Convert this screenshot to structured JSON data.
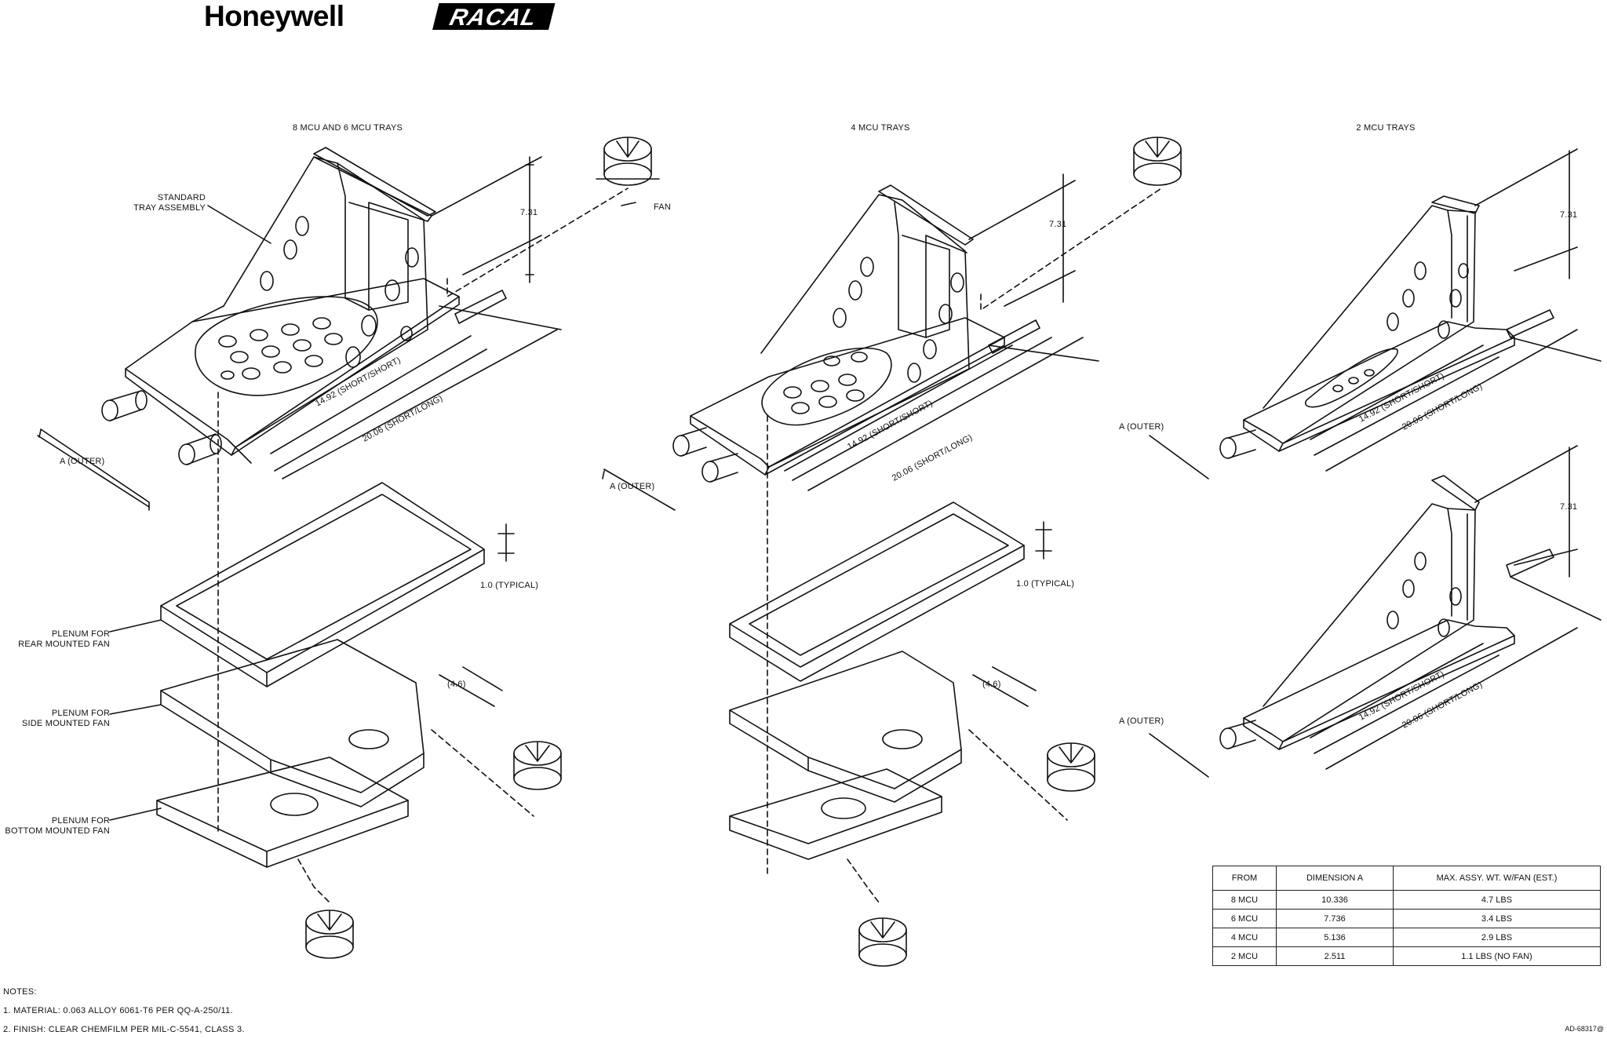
{
  "brand": {
    "honeywell": "Honeywell",
    "racal": "RACAL"
  },
  "sections": {
    "left_title": "8 MCU AND 6 MCU TRAYS",
    "middle_title": "4 MCU TRAYS",
    "right_title": "2 MCU TRAYS"
  },
  "labels": {
    "standard_tray_1": "STANDARD",
    "standard_tray_2": "TRAY ASSEMBLY",
    "fan": "FAN",
    "dim_731": "7.31",
    "a_outer": "A (OUTER)",
    "short_short": "14.92 (SHORT/SHORT)",
    "short_long": "20.06 (SHORT/LONG)",
    "typical": "1.0 (TYPICAL)",
    "dim_46": "(4.6)",
    "plenum_rear_1": "PLENUM FOR",
    "plenum_rear_2": "REAR MOUNTED FAN",
    "plenum_side_1": "PLENUM FOR",
    "plenum_side_2": "SIDE MOUNTED FAN",
    "plenum_bottom_1": "PLENUM FOR",
    "plenum_bottom_2": "BOTTOM MOUNTED FAN"
  },
  "table": {
    "headers": [
      "FROM",
      "DIMENSION A",
      "MAX. ASSY. WT. W/FAN (EST.)"
    ],
    "rows": [
      [
        "8 MCU",
        "10.336",
        "4.7 LBS"
      ],
      [
        "6 MCU",
        "7.736",
        "3.4 LBS"
      ],
      [
        "4 MCU",
        "5.136",
        "2.9 LBS"
      ],
      [
        "2 MCU",
        "2.511",
        "1.1 LBS (NO FAN)"
      ]
    ]
  },
  "notes": {
    "heading": "NOTES:",
    "items": [
      "1.  MATERIAL:  0.063 ALLOY 6061-T6 PER QQ-A-250/11.",
      "2.  FINISH:  CLEAR CHEMFILM PER MIL-C-5541, CLASS 3."
    ]
  },
  "drawing_number": "AD-68317@"
}
